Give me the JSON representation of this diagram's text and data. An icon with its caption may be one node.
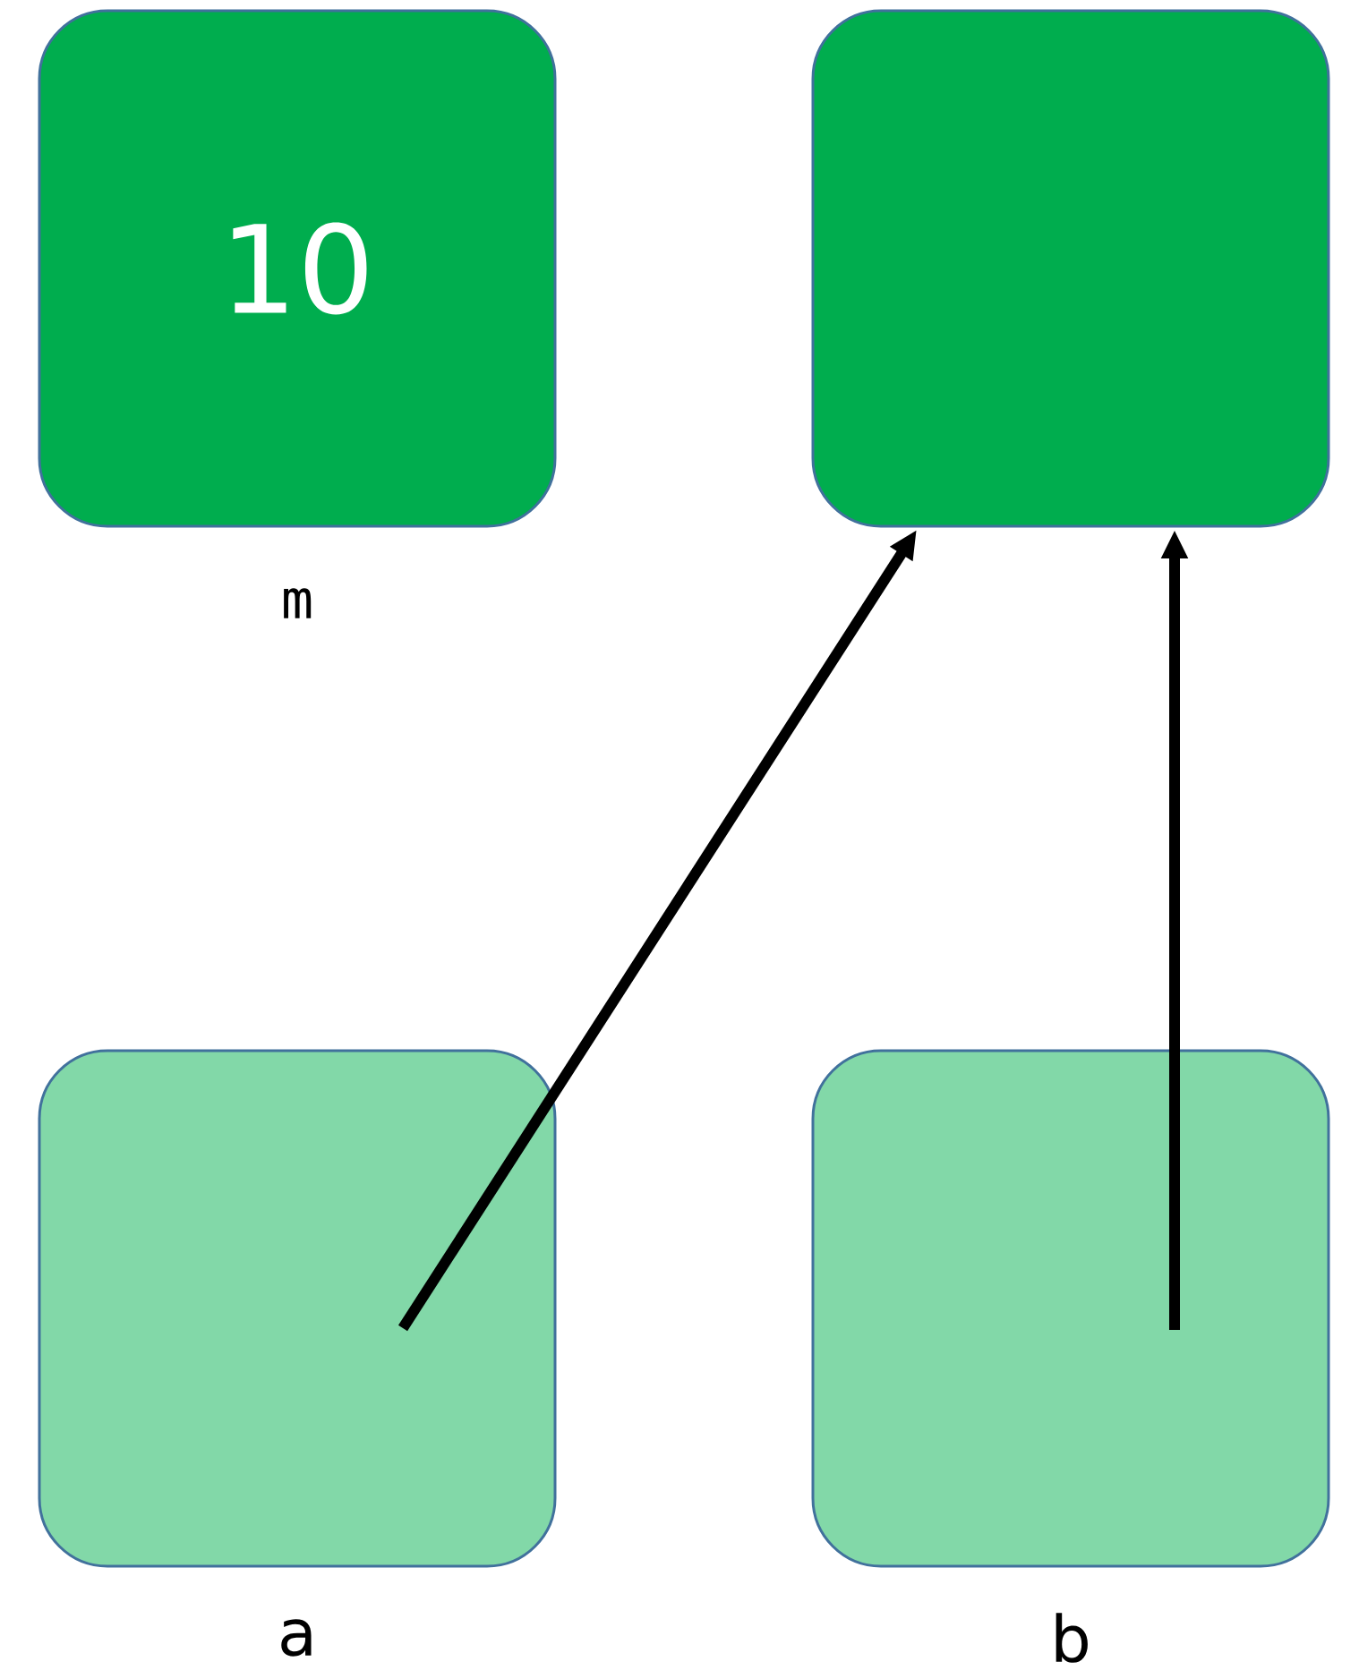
{
  "diagram": {
    "nodes": [
      {
        "text": [
          "10"
        ],
        "beside": [
          "m"
        ]
      },
      {
        "text": [],
        "shape": "box"
      },
      {
        "text": [],
        "shape": "box",
        "beside": [
          "a"
        ]
      },
      {
        "text": [],
        "shape": "box",
        "beside": [
          "b"
        ]
      }
    ],
    "edges": [
      {
        "from": 2,
        "to": 1,
        "arrow": "to"
      },
      {
        "from": 3,
        "to": 1,
        "arrow": "to"
      }
    ]
  }
}
